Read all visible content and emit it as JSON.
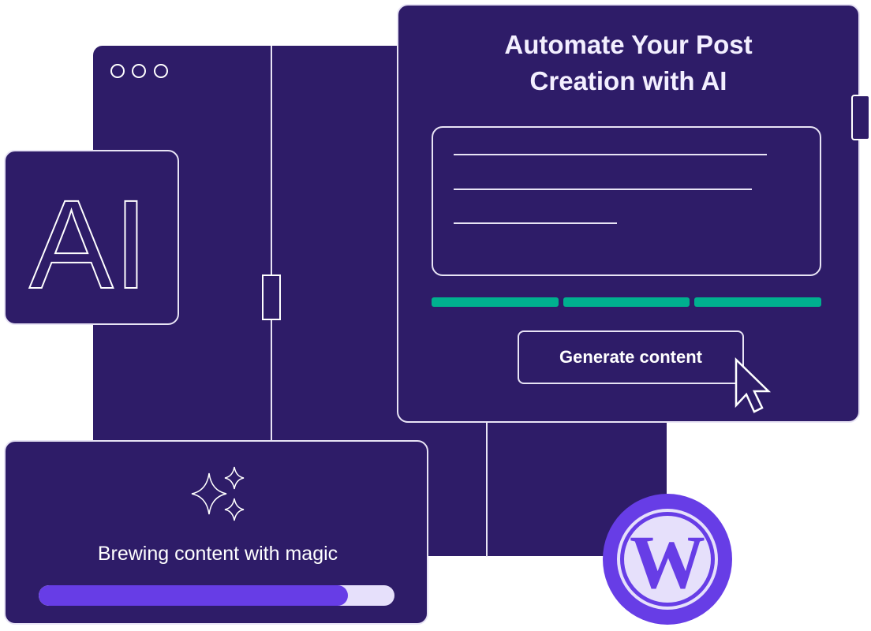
{
  "heading": {
    "line1": "Automate Your Post",
    "line2": "Creation with AI"
  },
  "generate_button": {
    "label": "Generate content"
  },
  "ai_badge": {
    "text": "AI"
  },
  "status": {
    "label": "Brewing content with magic",
    "progress_percent": 87
  },
  "colors": {
    "panel": "#2e1c68",
    "accent_green": "#00b08f",
    "accent_purple": "#673de6",
    "light": "#e6e0fb"
  }
}
